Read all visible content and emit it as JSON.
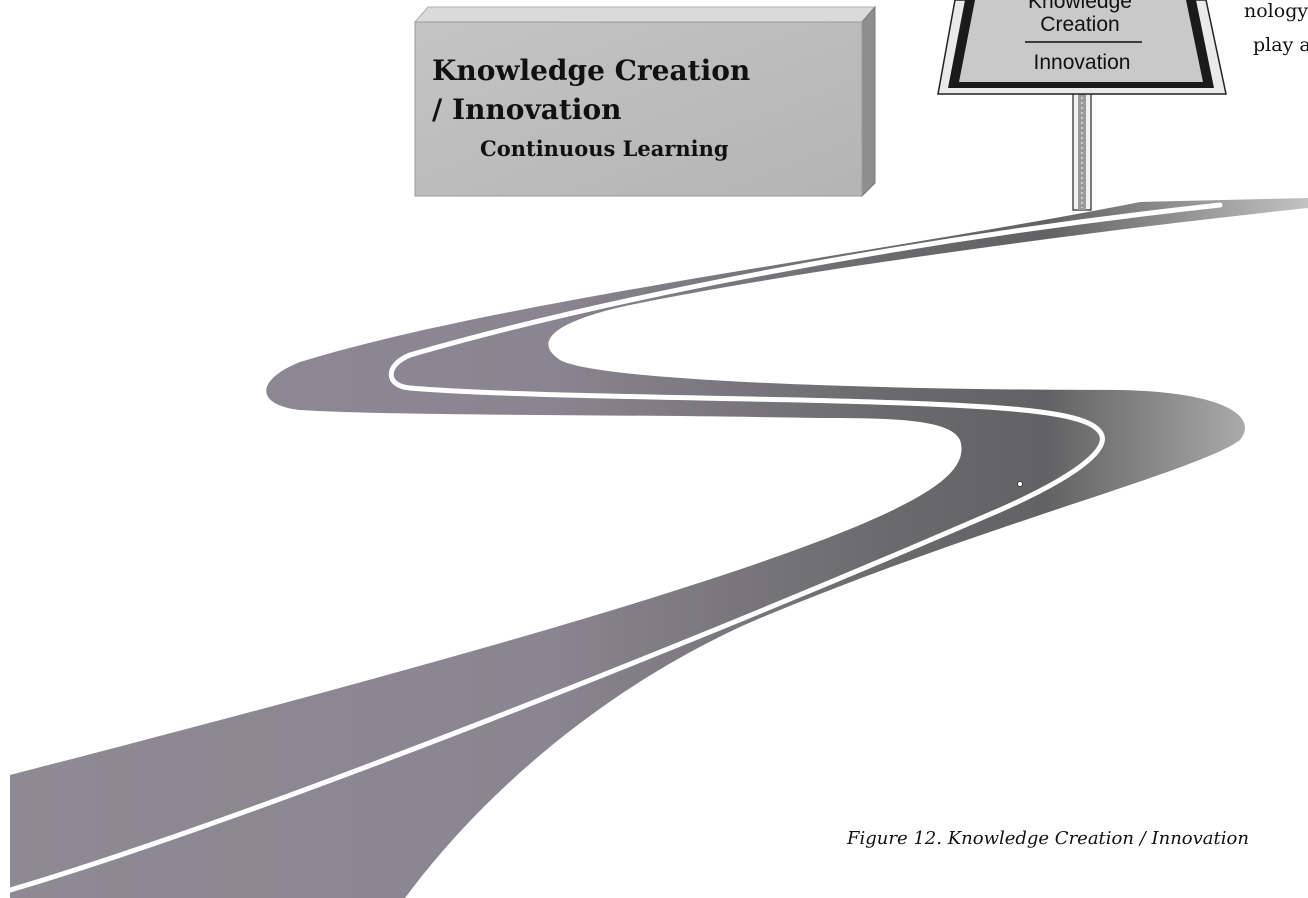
{
  "box": {
    "title_line1": "Knowledge Creation",
    "title_line2": "/ Innovation",
    "subtitle": "Continuous Learning"
  },
  "sign": {
    "line1": "Knowledge",
    "line2": "Creation",
    "line3": "Innovation"
  },
  "margin_text": {
    "line1": "nology",
    "line2": "play a"
  },
  "caption": "Figure 12. Knowledge Creation / Innovation",
  "colors": {
    "road_light": "#8c8893",
    "road_dark": "#606064",
    "road_end": "#b4b4b4",
    "box_face": "#bcbcbc",
    "sign_face": "#c8c8c8"
  }
}
